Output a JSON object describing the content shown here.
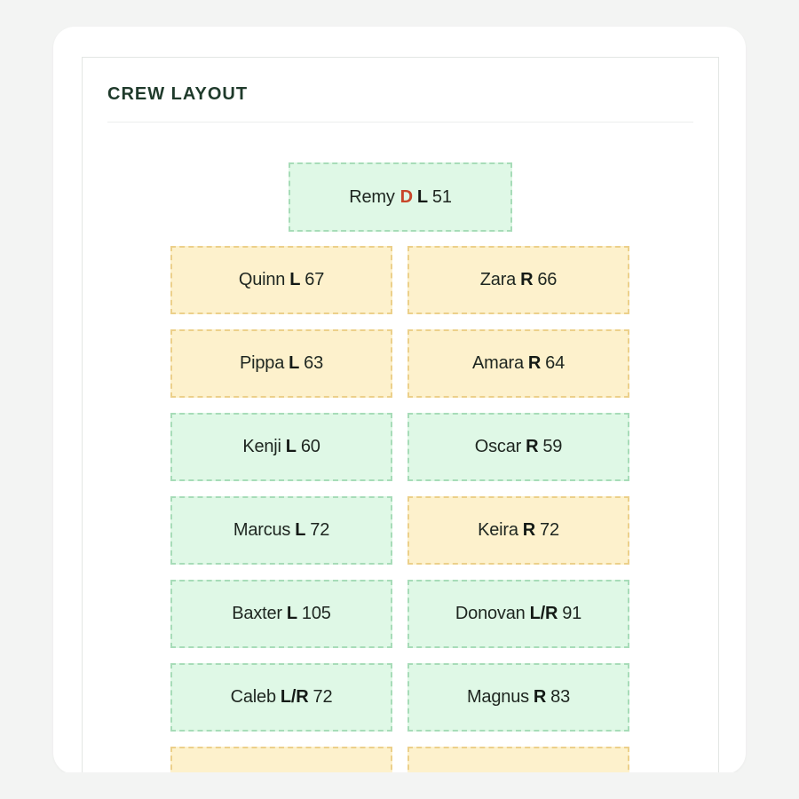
{
  "panel": {
    "title": "CREW LAYOUT"
  },
  "colors": {
    "seat_green_bg": "#dff8e6",
    "seat_yellow_bg": "#fdf1cc",
    "driver_accent": "#c8462a",
    "title_color": "#1f3a2b"
  },
  "drummer": {
    "name": "Remy",
    "role": "D",
    "side": "L",
    "weight": "51",
    "tone": "green"
  },
  "rows": [
    {
      "left": {
        "name": "Quinn",
        "side": "L",
        "weight": "67",
        "tone": "yellow"
      },
      "right": {
        "name": "Zara",
        "side": "R",
        "weight": "66",
        "tone": "yellow"
      }
    },
    {
      "left": {
        "name": "Pippa",
        "side": "L",
        "weight": "63",
        "tone": "yellow"
      },
      "right": {
        "name": "Amara",
        "side": "R",
        "weight": "64",
        "tone": "yellow"
      }
    },
    {
      "left": {
        "name": "Kenji",
        "side": "L",
        "weight": "60",
        "tone": "green"
      },
      "right": {
        "name": "Oscar",
        "side": "R",
        "weight": "59",
        "tone": "green"
      }
    },
    {
      "left": {
        "name": "Marcus",
        "side": "L",
        "weight": "72",
        "tone": "green"
      },
      "right": {
        "name": "Keira",
        "side": "R",
        "weight": "72",
        "tone": "yellow"
      }
    },
    {
      "left": {
        "name": "Baxter",
        "side": "L",
        "weight": "105",
        "tone": "green"
      },
      "right": {
        "name": "Donovan",
        "side": "L/R",
        "weight": "91",
        "tone": "green"
      }
    },
    {
      "left": {
        "name": "Caleb",
        "side": "L/R",
        "weight": "72",
        "tone": "green"
      },
      "right": {
        "name": "Magnus",
        "side": "R",
        "weight": "83",
        "tone": "green"
      }
    }
  ],
  "partial_row": {
    "left_tone": "yellow",
    "right_tone": "yellow"
  }
}
